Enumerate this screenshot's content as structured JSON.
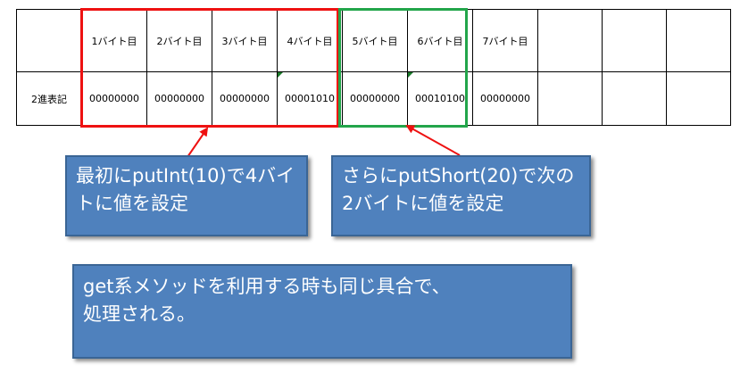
{
  "table": {
    "headers": [
      "",
      "1バイト目",
      "2バイト目",
      "3バイト目",
      "4バイト目",
      "5バイト目",
      "6バイト目",
      "7バイト目",
      "",
      "",
      ""
    ],
    "row": {
      "label": "2進表記",
      "cells": [
        "00000000",
        "00000000",
        "00000000",
        "00001010",
        "00000000",
        "00010100",
        "00000000",
        "",
        "",
        ""
      ]
    }
  },
  "callouts": {
    "put_int": "最初にputInt(10)で4バイトに値を設定",
    "put_short": "さらにputShort(20)で次の2バイトに値を設定",
    "get_note": "get系メソッドを利用する時も同じ具合で、\n処理される。"
  },
  "colors": {
    "first_group_frame": "#ee1111",
    "second_group_frame": "#22a54a",
    "callout_fill": "#4f81bd"
  }
}
